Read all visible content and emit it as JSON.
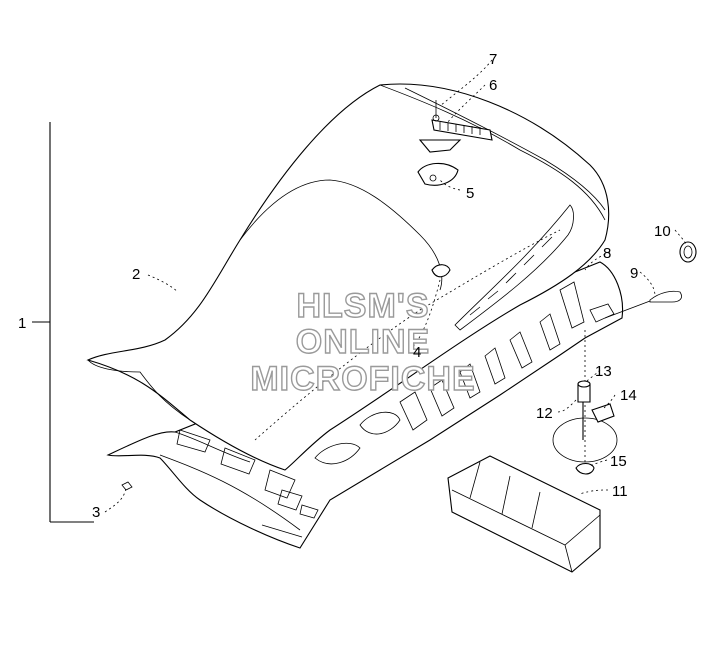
{
  "callouts": {
    "c1": "1",
    "c2": "2",
    "c3": "3",
    "c4": "4",
    "c5": "5",
    "c6": "6",
    "c7": "7",
    "c8": "8",
    "c9": "9",
    "c10": "10",
    "c11": "11",
    "c12": "12",
    "c13": "13",
    "c14": "14",
    "c15": "15"
  },
  "watermark": {
    "line1": "HLSM'S",
    "line2": "ONLINE",
    "line3": "MICROFICHE"
  },
  "colors": {
    "ink": "#000000",
    "watermark": "#9a9a9a",
    "background": "#ffffff"
  }
}
